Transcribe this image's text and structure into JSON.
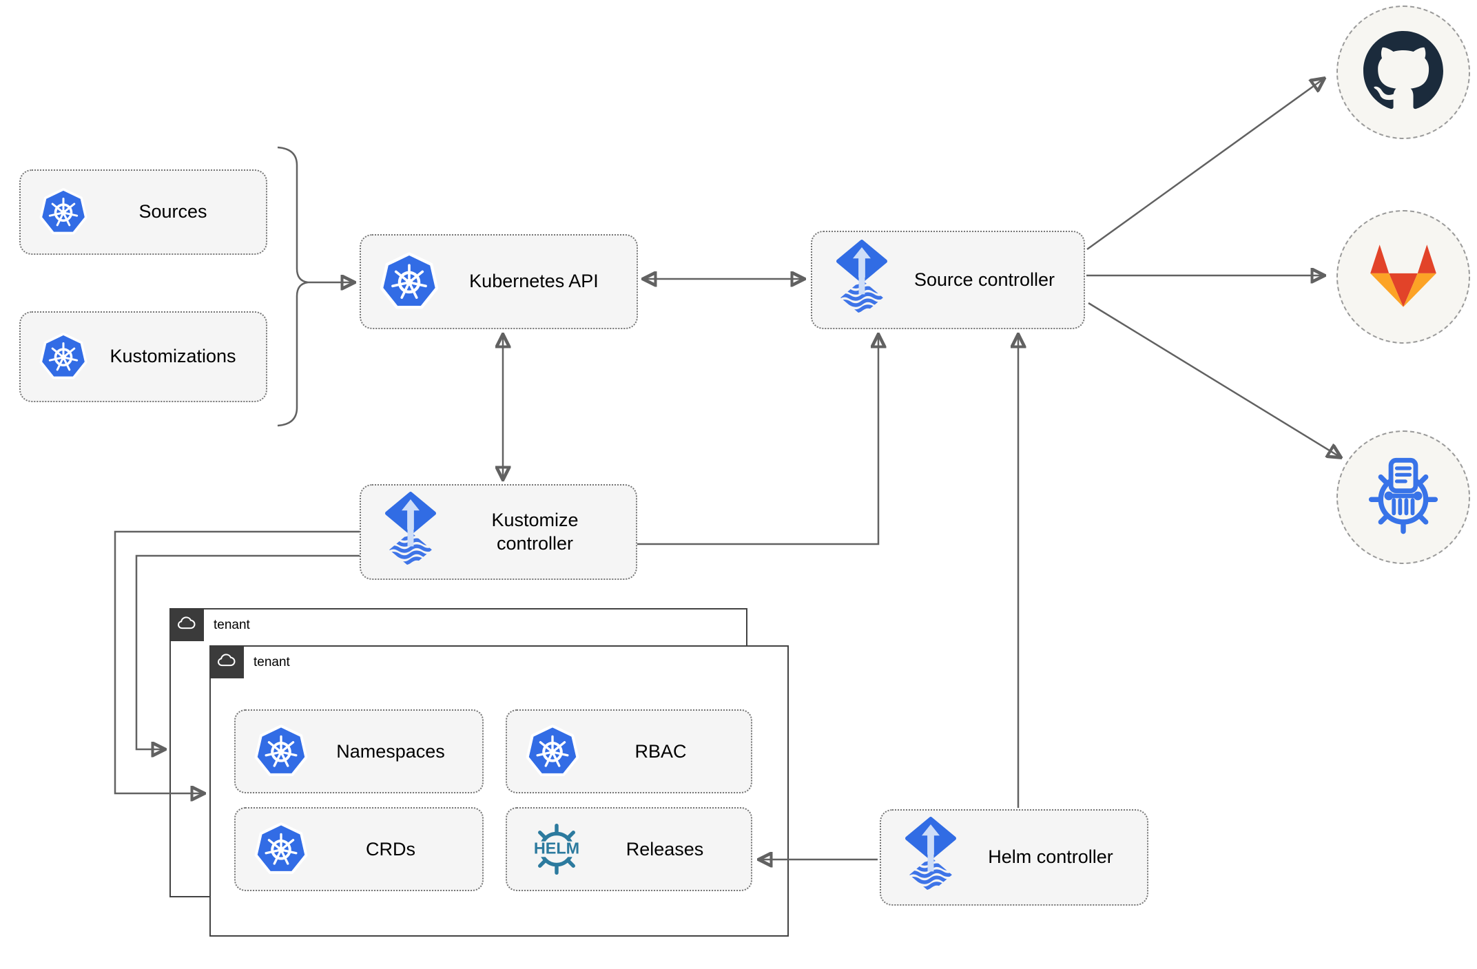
{
  "diagram": {
    "nodes": {
      "sources": "Sources",
      "kustomizations": "Kustomizations",
      "kubernetes_api": "Kubernetes API",
      "source_controller": "Source controller",
      "kustomize_controller": "Kustomize controller",
      "helm_controller": "Helm controller"
    },
    "tenants": {
      "outer_label": "tenant",
      "inner_label": "tenant"
    },
    "resources": {
      "namespaces": "Namespaces",
      "rbac": "RBAC",
      "crds": "CRDs",
      "releases": "Releases"
    },
    "logos": {
      "helm_wheel_text": "HELM"
    },
    "icons": {
      "kubernetes": "kubernetes-wheel-icon",
      "flux": "flux-diamond-arrow-icon",
      "helm": "helm-wheel-icon",
      "cloud": "cloud-icon",
      "github": "github-octocat-icon",
      "gitlab": "gitlab-tanuki-icon",
      "chartmuseum": "chartmuseum-pillar-icon"
    },
    "colors": {
      "kubernetes_blue": "#326ce5",
      "flux_blue": "#316ce4",
      "flux_arrow_light": "#cdddf8",
      "helm_teal": "#2c7a9e",
      "chartmuseum_blue": "#3873e8",
      "github_dark": "#1b2b3c",
      "gitlab_red": "#e24329",
      "gitlab_orange": "#fc6d26",
      "gitlab_yellow": "#fca326",
      "node_fill": "#f5f5f5",
      "tenant_tab": "#3b3b3b",
      "edge_gray": "#616161"
    }
  }
}
